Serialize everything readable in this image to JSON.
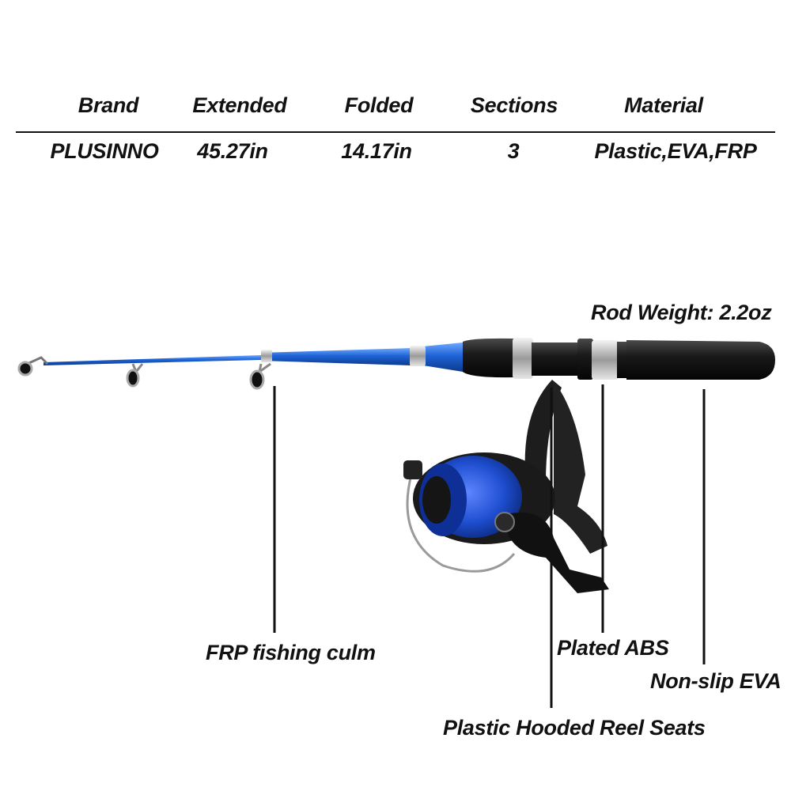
{
  "spec_table": {
    "headers": [
      "Brand",
      "Extended",
      "Folded",
      "Sections",
      "Material"
    ],
    "values": [
      "PLUSINNO",
      "45.27in",
      "14.17in",
      "3",
      "Plastic,EVA,FRP"
    ]
  },
  "rod_weight": "Rod Weight: 2.2oz",
  "callouts": {
    "frp_culm": "FRP fishing culm",
    "plated_abs": "Plated ABS",
    "non_slip_eva": "Non-slip EVA",
    "reel_seats": "Plastic Hooded Reel Seats"
  },
  "colors": {
    "rod_blue": "#1e63d6",
    "spool_blue": "#1f4fd0",
    "handle_black": "#1a1a1a",
    "chrome": "#c9c9c9"
  }
}
